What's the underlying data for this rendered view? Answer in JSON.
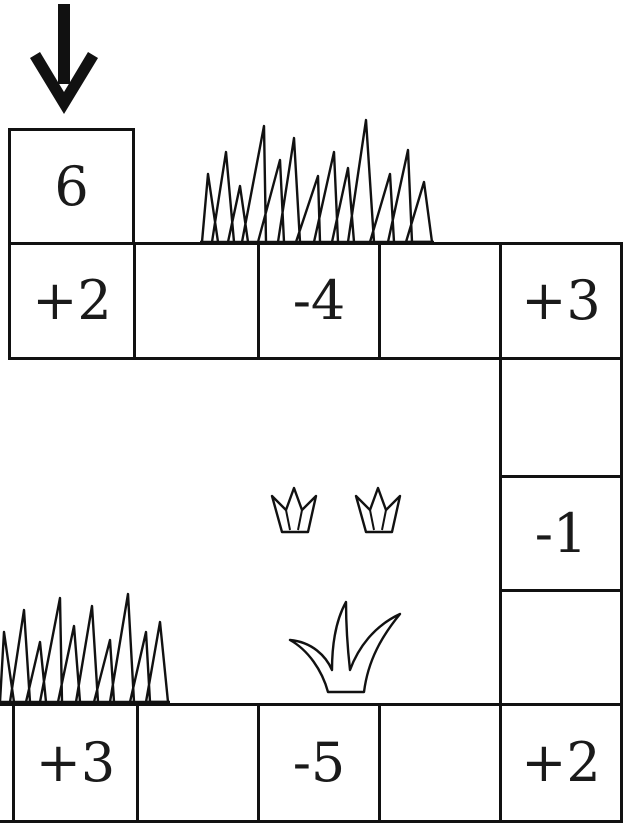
{
  "start": {
    "value": "6"
  },
  "cells": [
    {
      "value": "+2"
    },
    {
      "value": ""
    },
    {
      "value": "-4"
    },
    {
      "value": ""
    },
    {
      "value": "+3"
    },
    {
      "value": ""
    },
    {
      "value": "-1"
    },
    {
      "value": ""
    },
    {
      "value": "+2"
    },
    {
      "value": ""
    },
    {
      "value": "-5"
    },
    {
      "value": ""
    },
    {
      "value": "+3"
    }
  ],
  "icons": {
    "arrow": "down-arrow-icon",
    "grass": "grass-icon",
    "sprout": "sprout-icon"
  },
  "colors": {
    "line": "#111111",
    "background": "#ffffff"
  }
}
